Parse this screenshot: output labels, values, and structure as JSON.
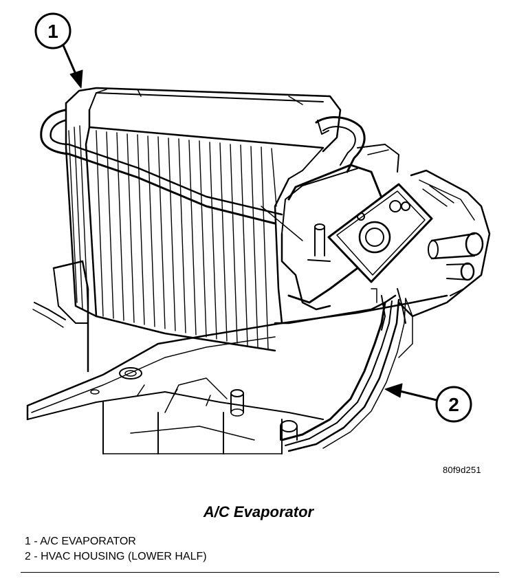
{
  "figure_code": "80f9d251",
  "caption": "A/C Evaporator",
  "callouts": [
    {
      "number": "1"
    },
    {
      "number": "2"
    }
  ],
  "legend": [
    {
      "text": "1 - A/C EVAPORATOR"
    },
    {
      "text": "2 - HVAC HOUSING (LOWER HALF)"
    }
  ]
}
